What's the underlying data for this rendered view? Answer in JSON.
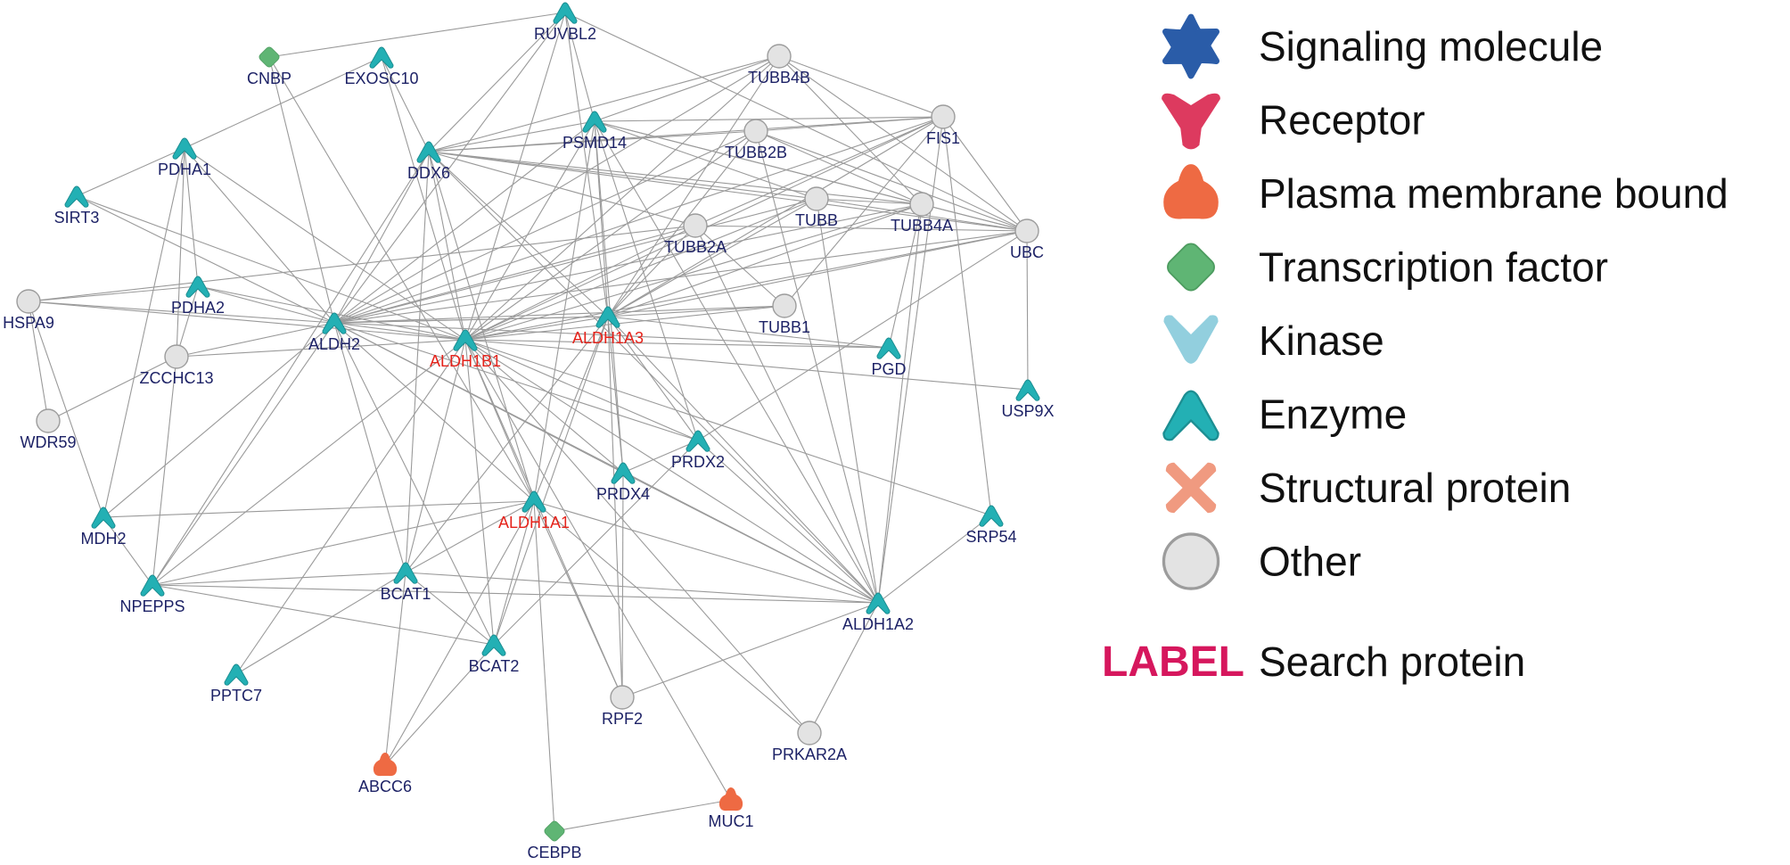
{
  "colors": {
    "signaling": "#2a5ca8",
    "receptor": "#dd3a5f",
    "membrane": "#ee6a43",
    "tf": "#5fb574",
    "kinase": "#92cfde",
    "enzyme": "#23b0b4",
    "structural": "#f09a80",
    "other": "#e3e3e3",
    "other_stroke": "#9c9c9c",
    "label": "#1d2266",
    "search_label": "#e5231b",
    "search_key": "#d6175d",
    "edge": "#9a9a9a"
  },
  "network": {
    "nodes": [
      {
        "id": "RUVBL2",
        "label": "RUVBL2",
        "type": "enzyme"
      },
      {
        "id": "CNBP",
        "label": "CNBP",
        "type": "tf"
      },
      {
        "id": "EXOSC10",
        "label": "EXOSC10",
        "type": "enzyme"
      },
      {
        "id": "TUBB4B",
        "label": "TUBB4B",
        "type": "other"
      },
      {
        "id": "PSMD14",
        "label": "PSMD14",
        "type": "enzyme"
      },
      {
        "id": "TUBB2B",
        "label": "TUBB2B",
        "type": "other"
      },
      {
        "id": "FIS1",
        "label": "FIS1",
        "type": "other"
      },
      {
        "id": "PDHA1",
        "label": "PDHA1",
        "type": "enzyme"
      },
      {
        "id": "DDX6",
        "label": "DDX6",
        "type": "enzyme"
      },
      {
        "id": "SIRT3",
        "label": "SIRT3",
        "type": "enzyme"
      },
      {
        "id": "TUBB",
        "label": "TUBB",
        "type": "other"
      },
      {
        "id": "TUBB4A",
        "label": "TUBB4A",
        "type": "other"
      },
      {
        "id": "TUBB2A",
        "label": "TUBB2A",
        "type": "other"
      },
      {
        "id": "UBC",
        "label": "UBC",
        "type": "other"
      },
      {
        "id": "PDHA2",
        "label": "PDHA2",
        "type": "enzyme"
      },
      {
        "id": "HSPA9",
        "label": "HSPA9",
        "type": "other"
      },
      {
        "id": "TUBB1",
        "label": "TUBB1",
        "type": "other"
      },
      {
        "id": "ALDH2",
        "label": "ALDH2",
        "type": "enzyme"
      },
      {
        "id": "ALDH1A3",
        "label": "ALDH1A3",
        "type": "enzyme",
        "search": true
      },
      {
        "id": "ALDH1B1",
        "label": "ALDH1B1",
        "type": "enzyme",
        "search": true
      },
      {
        "id": "ZCCHC13",
        "label": "ZCCHC13",
        "type": "other"
      },
      {
        "id": "PGD",
        "label": "PGD",
        "type": "enzyme"
      },
      {
        "id": "USP9X",
        "label": "USP9X",
        "type": "enzyme"
      },
      {
        "id": "WDR59",
        "label": "WDR59",
        "type": "other"
      },
      {
        "id": "PRDX2",
        "label": "PRDX2",
        "type": "enzyme"
      },
      {
        "id": "PRDX4",
        "label": "PRDX4",
        "type": "enzyme"
      },
      {
        "id": "ALDH1A1",
        "label": "ALDH1A1",
        "type": "enzyme",
        "search": true
      },
      {
        "id": "MDH2",
        "label": "MDH2",
        "type": "enzyme"
      },
      {
        "id": "SRP54",
        "label": "SRP54",
        "type": "enzyme"
      },
      {
        "id": "BCAT1",
        "label": "BCAT1",
        "type": "enzyme"
      },
      {
        "id": "NPEPPS",
        "label": "NPEPPS",
        "type": "enzyme"
      },
      {
        "id": "ALDH1A2",
        "label": "ALDH1A2",
        "type": "enzyme"
      },
      {
        "id": "BCAT2",
        "label": "BCAT2",
        "type": "enzyme"
      },
      {
        "id": "PPTC7",
        "label": "PPTC7",
        "type": "enzyme"
      },
      {
        "id": "RPF2",
        "label": "RPF2",
        "type": "other"
      },
      {
        "id": "PRKAR2A",
        "label": "PRKAR2A",
        "type": "other"
      },
      {
        "id": "ABCC6",
        "label": "ABCC6",
        "type": "membrane"
      },
      {
        "id": "MUC1",
        "label": "MUC1",
        "type": "membrane"
      },
      {
        "id": "CEBPB",
        "label": "CEBPB",
        "type": "tf"
      }
    ],
    "edges": [
      [
        "RUVBL2",
        "DDX6"
      ],
      [
        "RUVBL2",
        "ALDH1B1"
      ],
      [
        "RUVBL2",
        "ALDH1A3"
      ],
      [
        "RUVBL2",
        "ALDH2"
      ],
      [
        "RUVBL2",
        "UBC"
      ],
      [
        "RUVBL2",
        "CNBP"
      ],
      [
        "RUVBL2",
        "PSMD14"
      ],
      [
        "CNBP",
        "ALDH2"
      ],
      [
        "CNBP",
        "ALDH1A1"
      ],
      [
        "EXOSC10",
        "ALDH1B1"
      ],
      [
        "EXOSC10",
        "DDX6"
      ],
      [
        "TUBB4B",
        "ALDH1A3"
      ],
      [
        "TUBB4B",
        "ALDH1B1"
      ],
      [
        "TUBB4B",
        "ALDH2"
      ],
      [
        "TUBB4B",
        "UBC"
      ],
      [
        "TUBB4B",
        "PSMD14"
      ],
      [
        "TUBB4B",
        "DDX6"
      ],
      [
        "TUBB4B",
        "TUBB4A"
      ],
      [
        "TUBB4B",
        "FIS1"
      ],
      [
        "PSMD14",
        "ALDH1A3"
      ],
      [
        "PSMD14",
        "ALDH1B1"
      ],
      [
        "PSMD14",
        "ALDH2"
      ],
      [
        "PSMD14",
        "UBC"
      ],
      [
        "PSMD14",
        "ALDH1A2"
      ],
      [
        "PSMD14",
        "DDX6"
      ],
      [
        "PSMD14",
        "TUBB4A"
      ],
      [
        "PSMD14",
        "FIS1"
      ],
      [
        "PSMD14",
        "TUBB"
      ],
      [
        "PSMD14",
        "ALDH1A1"
      ],
      [
        "PSMD14",
        "PRDX4"
      ],
      [
        "PSMD14",
        "PRDX2"
      ],
      [
        "TUBB2B",
        "ALDH1A3"
      ],
      [
        "TUBB2B",
        "ALDH1B1"
      ],
      [
        "TUBB2B",
        "ALDH2"
      ],
      [
        "TUBB2B",
        "UBC"
      ],
      [
        "TUBB2B",
        "DDX6"
      ],
      [
        "TUBB2B",
        "TUBB4A"
      ],
      [
        "TUBB2B",
        "FIS1"
      ],
      [
        "TUBB2B",
        "ALDH1A2"
      ],
      [
        "FIS1",
        "ALDH1A3"
      ],
      [
        "FIS1",
        "ALDH1B1"
      ],
      [
        "FIS1",
        "ALDH2"
      ],
      [
        "FIS1",
        "DDX6"
      ],
      [
        "FIS1",
        "ALDH1A2"
      ],
      [
        "FIS1",
        "UBC"
      ],
      [
        "FIS1",
        "TUBB1"
      ],
      [
        "FIS1",
        "SRP54"
      ],
      [
        "FIS1",
        "TUBB2A"
      ],
      [
        "PDHA1",
        "SIRT3"
      ],
      [
        "PDHA1",
        "PDHA2"
      ],
      [
        "PDHA1",
        "ALDH2"
      ],
      [
        "PDHA1",
        "MDH2"
      ],
      [
        "PDHA1",
        "ALDH1B1"
      ],
      [
        "PDHA1",
        "ZCCHC13"
      ],
      [
        "PDHA1",
        "EXOSC10"
      ],
      [
        "DDX6",
        "ALDH1A3"
      ],
      [
        "DDX6",
        "ALDH1B1"
      ],
      [
        "DDX6",
        "ALDH2"
      ],
      [
        "DDX6",
        "BCAT1"
      ],
      [
        "DDX6",
        "NPEPPS"
      ],
      [
        "DDX6",
        "ALDH1A2"
      ],
      [
        "DDX6",
        "TUBB4A"
      ],
      [
        "DDX6",
        "TUBB"
      ],
      [
        "DDX6",
        "UBC"
      ],
      [
        "DDX6",
        "ALDH1A1"
      ],
      [
        "SIRT3",
        "ALDH2"
      ],
      [
        "SIRT3",
        "ALDH1B1"
      ],
      [
        "TUBB",
        "ALDH1A3"
      ],
      [
        "TUBB",
        "ALDH1B1"
      ],
      [
        "TUBB",
        "ALDH2"
      ],
      [
        "TUBB",
        "UBC"
      ],
      [
        "TUBB",
        "ALDH1A2"
      ],
      [
        "TUBB",
        "TUBB4A"
      ],
      [
        "TUBB4A",
        "ALDH1A3"
      ],
      [
        "TUBB4A",
        "ALDH1B1"
      ],
      [
        "TUBB4A",
        "ALDH2"
      ],
      [
        "TUBB4A",
        "UBC"
      ],
      [
        "TUBB4A",
        "ALDH1A2"
      ],
      [
        "TUBB4A",
        "PGD"
      ],
      [
        "TUBB2A",
        "ALDH1A3"
      ],
      [
        "TUBB2A",
        "ALDH1B1"
      ],
      [
        "TUBB2A",
        "ALDH2"
      ],
      [
        "TUBB2A",
        "TUBB1"
      ],
      [
        "TUBB2A",
        "UBC"
      ],
      [
        "TUBB2A",
        "ALDH1A2"
      ],
      [
        "TUBB2A",
        "DDX6"
      ],
      [
        "UBC",
        "ALDH1A3"
      ],
      [
        "UBC",
        "ALDH1B1"
      ],
      [
        "UBC",
        "ALDH2"
      ],
      [
        "UBC",
        "USP9X"
      ],
      [
        "UBC",
        "PRDX2"
      ],
      [
        "PDHA2",
        "ALDH2"
      ],
      [
        "PDHA2",
        "ALDH1B1"
      ],
      [
        "PDHA2",
        "ZCCHC13"
      ],
      [
        "HSPA9",
        "ALDH2"
      ],
      [
        "HSPA9",
        "ALDH1B1"
      ],
      [
        "HSPA9",
        "WDR59"
      ],
      [
        "HSPA9",
        "MDH2"
      ],
      [
        "HSPA9",
        "PDHA2"
      ],
      [
        "HSPA9",
        "TUBB2A"
      ],
      [
        "TUBB1",
        "ALDH1B1"
      ],
      [
        "TUBB1",
        "ALDH2"
      ],
      [
        "TUBB1",
        "ALDH1A3"
      ],
      [
        "ALDH2",
        "ALDH1B1"
      ],
      [
        "ALDH2",
        "ALDH1A3"
      ],
      [
        "ALDH2",
        "ALDH1A1"
      ],
      [
        "ALDH2",
        "ALDH1A2"
      ],
      [
        "ALDH2",
        "BCAT1"
      ],
      [
        "ALDH2",
        "BCAT2"
      ],
      [
        "ALDH2",
        "MDH2"
      ],
      [
        "ALDH2",
        "NPEPPS"
      ],
      [
        "ALDH2",
        "PRDX4"
      ],
      [
        "ALDH2",
        "PRDX2"
      ],
      [
        "ALDH2",
        "PGD"
      ],
      [
        "ALDH2",
        "ZCCHC13"
      ],
      [
        "ALDH1B1",
        "ALDH1A3"
      ],
      [
        "ALDH1B1",
        "ALDH1A1"
      ],
      [
        "ALDH1B1",
        "ALDH1A2"
      ],
      [
        "ALDH1B1",
        "BCAT1"
      ],
      [
        "ALDH1B1",
        "BCAT2"
      ],
      [
        "ALDH1B1",
        "NPEPPS"
      ],
      [
        "ALDH1B1",
        "PRDX4"
      ],
      [
        "ALDH1B1",
        "PRDX2"
      ],
      [
        "ALDH1B1",
        "PGD"
      ],
      [
        "ALDH1B1",
        "PPTC7"
      ],
      [
        "ALDH1B1",
        "SRP54"
      ],
      [
        "ALDH1B1",
        "USP9X"
      ],
      [
        "ALDH1B1",
        "ZCCHC13"
      ],
      [
        "ALDH1B1",
        "RPF2"
      ],
      [
        "ALDH1B1",
        "PRKAR2A"
      ],
      [
        "ALDH1A3",
        "ALDH1A1"
      ],
      [
        "ALDH1A3",
        "ALDH1A2"
      ],
      [
        "ALDH1A3",
        "BCAT1"
      ],
      [
        "ALDH1A3",
        "BCAT2"
      ],
      [
        "ALDH1A3",
        "PRDX4"
      ],
      [
        "ALDH1A3",
        "PRDX2"
      ],
      [
        "ALDH1A3",
        "PGD"
      ],
      [
        "ALDH1A3",
        "RPF2"
      ],
      [
        "ALDH1A3",
        "ALDH2"
      ],
      [
        "ZCCHC13",
        "NPEPPS"
      ],
      [
        "ZCCHC13",
        "WDR59"
      ],
      [
        "PRDX2",
        "ALDH1A2"
      ],
      [
        "PRDX2",
        "BCAT2"
      ],
      [
        "PRDX2",
        "PRDX4"
      ],
      [
        "PRDX4",
        "ALDH1A2"
      ],
      [
        "PRDX4",
        "RPF2"
      ],
      [
        "ALDH1A1",
        "ALDH1A2"
      ],
      [
        "ALDH1A1",
        "BCAT1"
      ],
      [
        "ALDH1A1",
        "BCAT2"
      ],
      [
        "ALDH1A1",
        "ABCC6"
      ],
      [
        "ALDH1A1",
        "CEBPB"
      ],
      [
        "ALDH1A1",
        "MDH2"
      ],
      [
        "ALDH1A1",
        "RPF2"
      ],
      [
        "ALDH1A1",
        "PRKAR2A"
      ],
      [
        "ALDH1A1",
        "NPEPPS"
      ],
      [
        "MDH2",
        "NPEPPS"
      ],
      [
        "SRP54",
        "ALDH1A2"
      ],
      [
        "BCAT1",
        "BCAT2"
      ],
      [
        "BCAT1",
        "NPEPPS"
      ],
      [
        "BCAT1",
        "ALDH1A2"
      ],
      [
        "BCAT1",
        "PPTC7"
      ],
      [
        "BCAT1",
        "ABCC6"
      ],
      [
        "NPEPPS",
        "ALDH1A2"
      ],
      [
        "NPEPPS",
        "BCAT2"
      ],
      [
        "ALDH1A2",
        "PRKAR2A"
      ],
      [
        "ALDH1A2",
        "RPF2"
      ],
      [
        "BCAT2",
        "ABCC6"
      ],
      [
        "CEBPB",
        "MUC1"
      ],
      [
        "MUC1",
        "ALDH1B1"
      ]
    ]
  },
  "legend": {
    "items": [
      {
        "shape": "signaling",
        "label": "Signaling molecule"
      },
      {
        "shape": "receptor",
        "label": "Receptor"
      },
      {
        "shape": "membrane",
        "label": "Plasma membrane bound"
      },
      {
        "shape": "tf",
        "label": "Transcription factor"
      },
      {
        "shape": "kinase",
        "label": "Kinase"
      },
      {
        "shape": "enzyme",
        "label": "Enzyme"
      },
      {
        "shape": "structural",
        "label": "Structural protein"
      },
      {
        "shape": "other",
        "label": "Other"
      }
    ],
    "search_key": "LABEL",
    "search_label": "Search protein"
  }
}
